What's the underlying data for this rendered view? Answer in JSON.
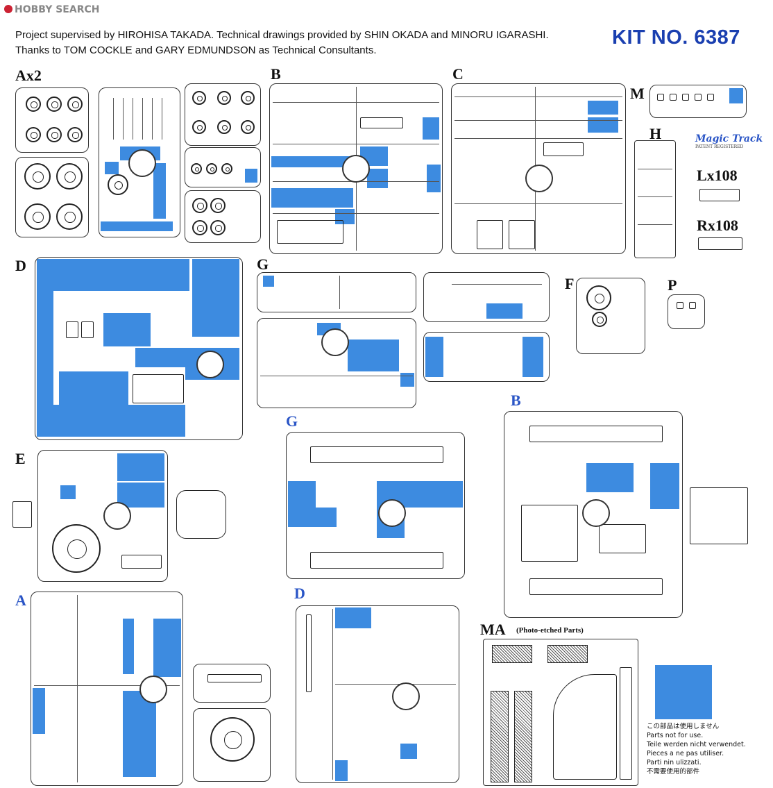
{
  "watermark": {
    "brand": "HOBBY SEARCH"
  },
  "header": {
    "credit_line1": "Project supervised by HIROHISA TAKADA. Technical drawings provided by SHIN OKADA and MINORU IGARASHI.",
    "credit_line2": "Thanks to TOM COCKLE and GARY EDMUNDSON as Technical Consultants.",
    "kit_number": "KIT NO. 6387"
  },
  "sprue_labels": {
    "ax2": "Ax2",
    "b": "B",
    "c": "C",
    "m": "M",
    "h": "H",
    "d": "D",
    "g": "G",
    "f": "F",
    "p": "P",
    "e": "E",
    "g2": "G",
    "b2": "B",
    "a": "A",
    "d2": "D",
    "ma": "MA"
  },
  "ma_subtitle": "(Photo-etched Parts)",
  "magic_track": {
    "name": "Magic Track",
    "note": "PATENT REGISTERED"
  },
  "tracks": {
    "left": "Lx108",
    "right": "Rx108"
  },
  "legend": {
    "lines": [
      "この部品は使用しません",
      "Parts not for use.",
      "Teile werden nicht verwendet.",
      "Pieces a ne pas utiliser.",
      "Parti nin ulizzati.",
      "不需要使用的部件"
    ]
  },
  "colors": {
    "unused_parts": "#3d8be0",
    "kit_number": "#1a3fb0",
    "label_blue": "#2a55c6"
  }
}
